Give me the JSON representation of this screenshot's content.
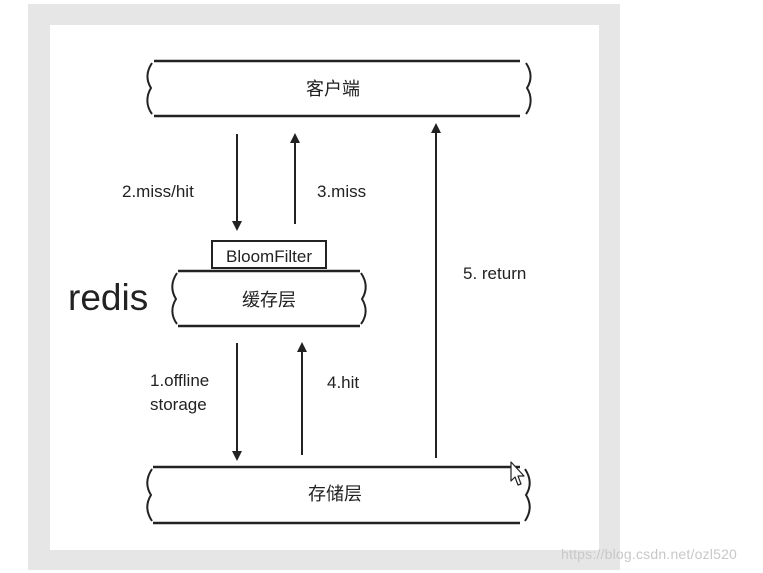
{
  "layers": {
    "client": "客户端",
    "cache": "缓存层",
    "storage": "存储层"
  },
  "filter_label": "BloomFilter",
  "redis_label": "redis",
  "arrows": {
    "miss_hit": "2.miss/hit",
    "miss": "3.miss",
    "offline_line1": "1.offline",
    "offline_line2": "storage",
    "hit": "4.hit",
    "return": "5. return"
  },
  "watermark": "https://blog.csdn.net/ozl520",
  "colors": {
    "frame": "#e6e6e6",
    "ink": "#222222",
    "watermark": "#c8c8c8"
  },
  "icons": {
    "cursor": "mouse-pointer-icon"
  }
}
